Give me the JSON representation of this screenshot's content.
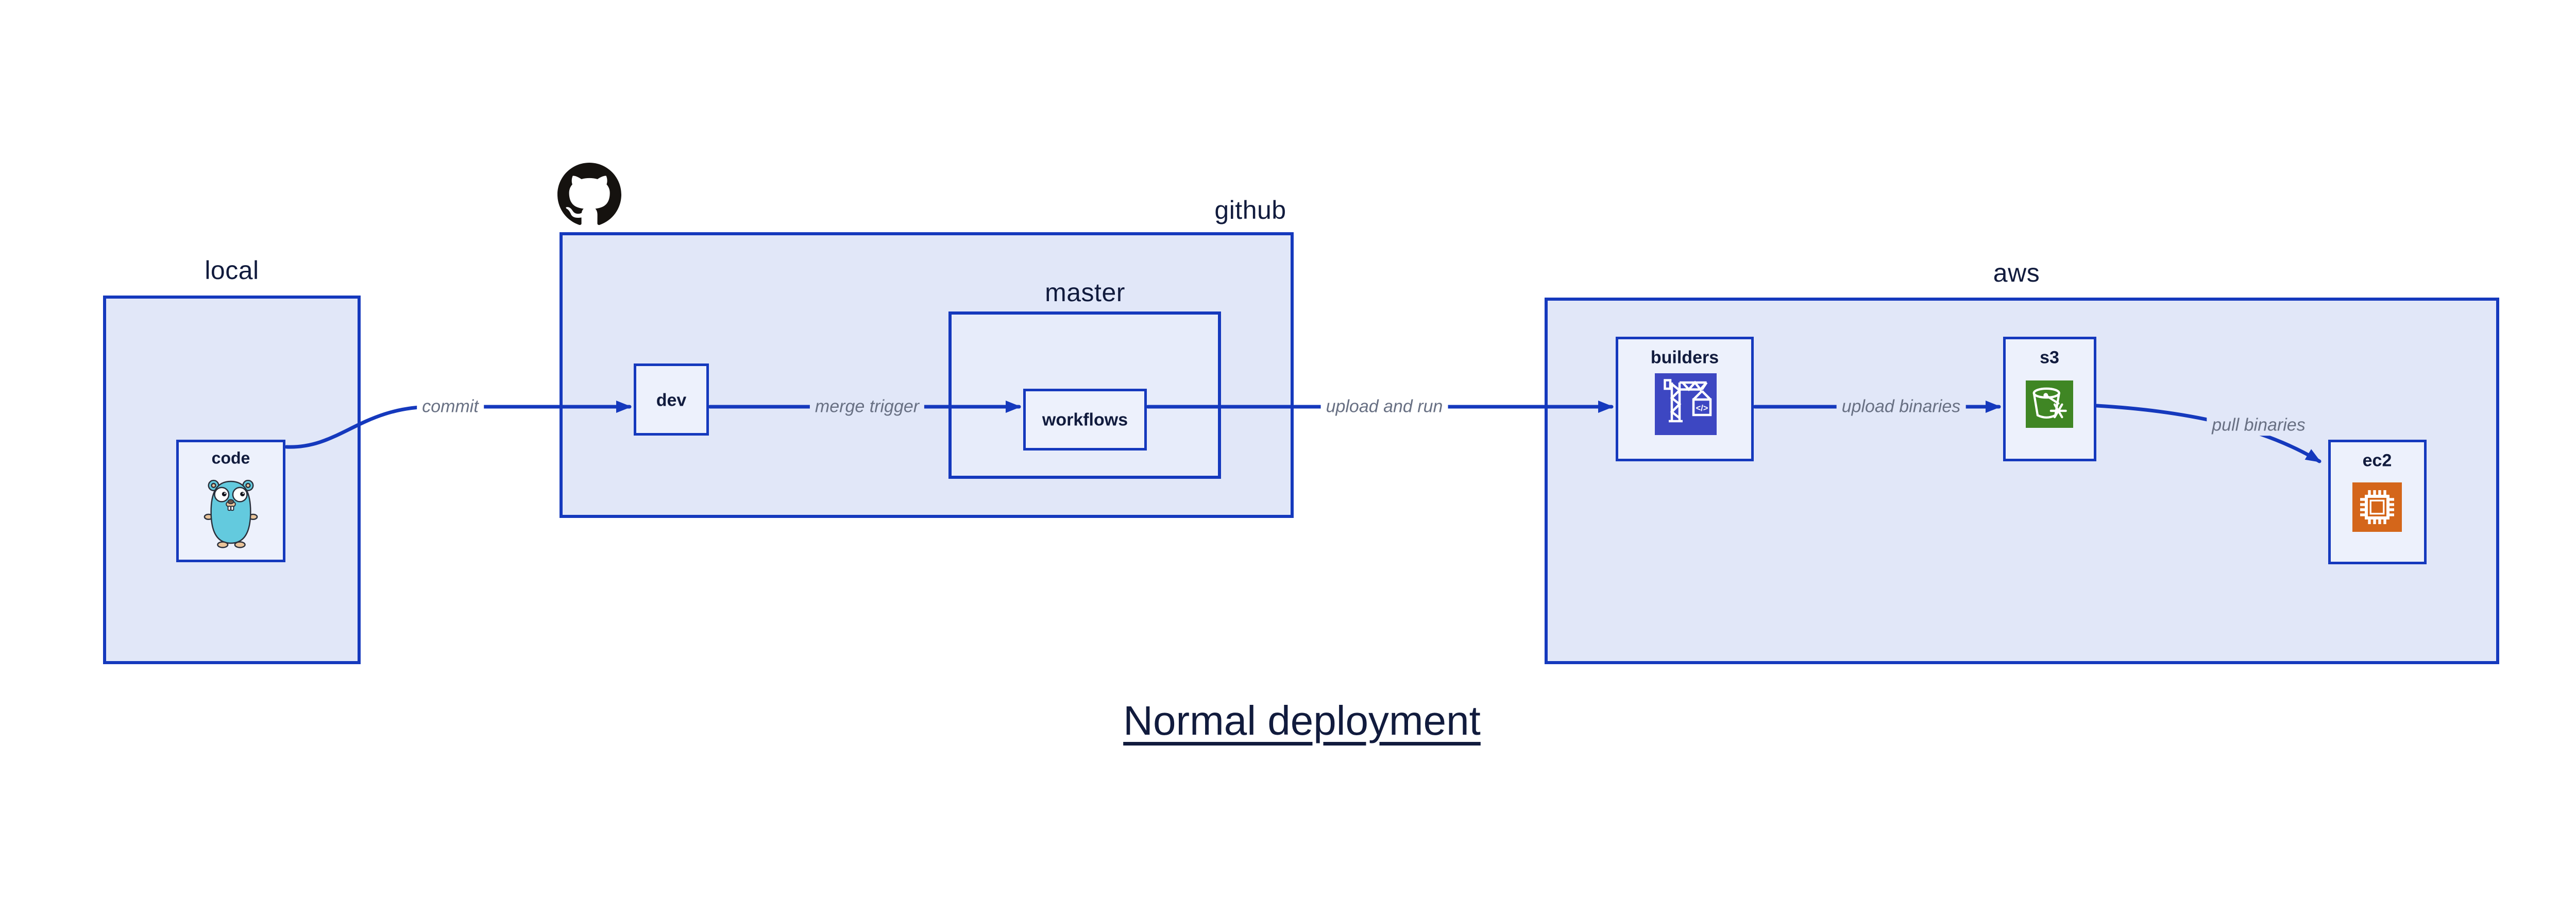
{
  "title": "Normal deployment",
  "groups": {
    "local": {
      "label": "local"
    },
    "github": {
      "label": "github"
    },
    "master": {
      "label": "master"
    },
    "aws": {
      "label": "aws"
    }
  },
  "nodes": {
    "code": {
      "label": "code",
      "icon": "go-gopher-icon"
    },
    "dev": {
      "label": "dev"
    },
    "workflows": {
      "label": "workflows"
    },
    "builders": {
      "label": "builders",
      "icon": "codebuild-crane-icon",
      "glyph": "</>"
    },
    "s3": {
      "label": "s3",
      "icon": "s3-bucket-snowflake-icon"
    },
    "ec2": {
      "label": "ec2",
      "icon": "ec2-chip-icon"
    }
  },
  "edges": [
    {
      "from": "code",
      "to": "dev",
      "label": "commit"
    },
    {
      "from": "dev",
      "to": "workflows",
      "label": "merge trigger"
    },
    {
      "from": "workflows",
      "to": "builders",
      "label": "upload and run"
    },
    {
      "from": "builders",
      "to": "s3",
      "label": "upload binaries"
    },
    {
      "from": "s3",
      "to": "ec2",
      "label": "pull binaries"
    }
  ],
  "icons": {
    "logo": "github-octocat-icon"
  },
  "colors": {
    "accent_border": "#1539bd",
    "arrow": "#1539bd",
    "group_fill": "#e1e7f8",
    "master_fill": "#e7ecfa",
    "node_fill": "#edf1fc",
    "text_dark": "#111b3d",
    "edge_label_text": "#687083",
    "octocat": "#15120f",
    "gopher_body": "#63cade",
    "builders_icon_bg": "#3d47c2",
    "s3_icon_bg": "#3f8624",
    "ec2_icon_bg": "#d4661a"
  }
}
